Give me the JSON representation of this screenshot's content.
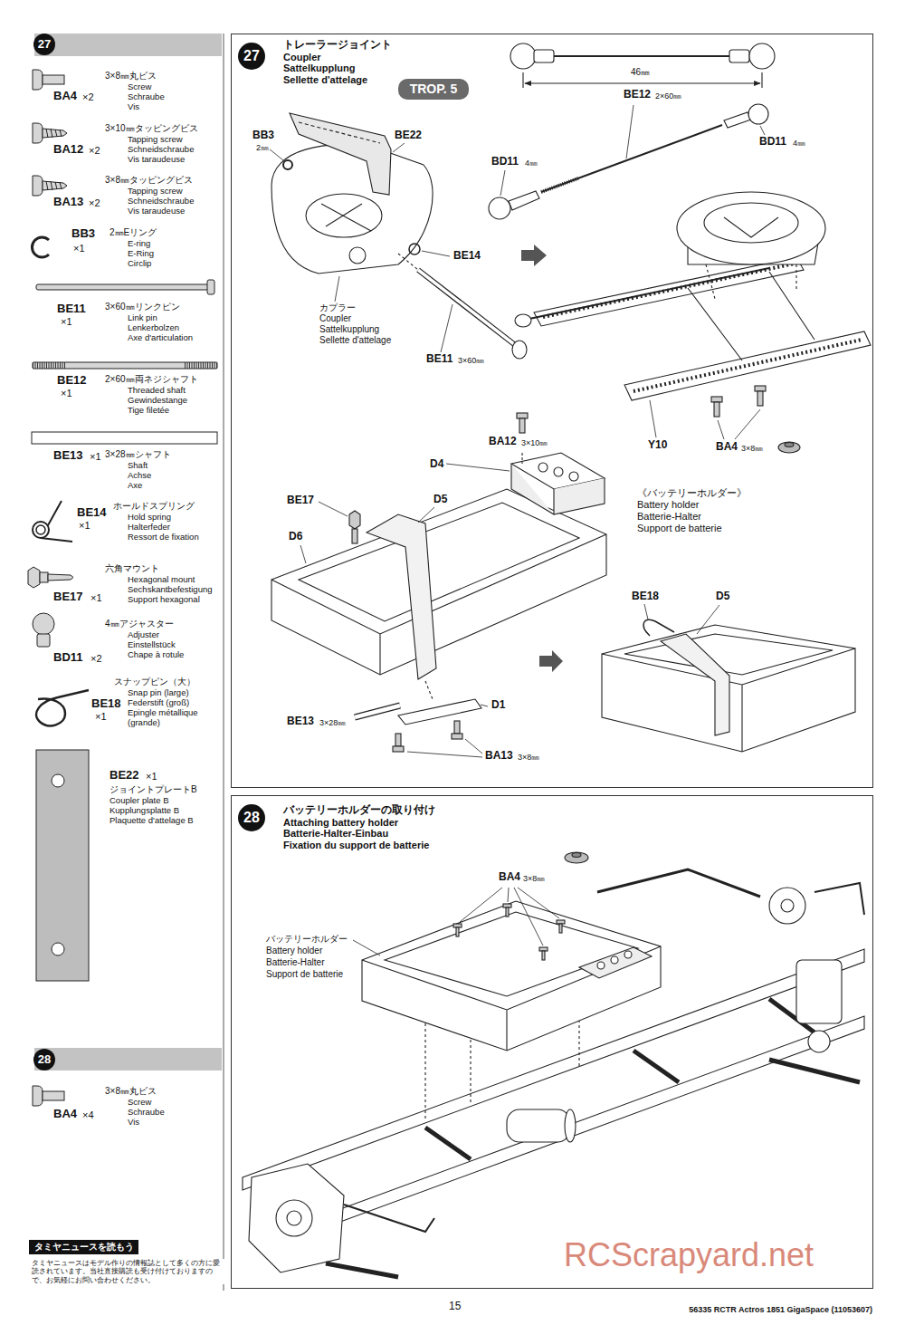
{
  "diagram": {
    "nodes": [
      {
        "text": [
          "27"
        ]
      },
      {
        "text": [
          "28"
        ]
      },
      {
        "text": [
          "タミヤニュースを読もう"
        ]
      },
      {
        "text": [
          "トレーラージョイント",
          "Coupler",
          "Sattelkupplung",
          "Sellette d'attelage"
        ]
      },
      {
        "text": [
          "27"
        ],
        "in": 3
      },
      {
        "text": [
          "TROP. 5"
        ],
        "in": 3
      },
      {
        "text": [
          "バッテリーホルダーの取り付け",
          "Attaching battery holder",
          "Batterie-Halter-Einbau",
          "Fixation du support de batterie"
        ]
      },
      {
        "text": [
          "28"
        ],
        "in": 6
      }
    ],
    "labels": [
      "BA4",
      "×2",
      "3×8㎜丸ビス",
      "Screw",
      "Schraube",
      "Vis",
      "BA12",
      "×2",
      "3×10㎜タッピングビス",
      "Tapping screw",
      "Schneidschraube",
      "Vis taraudeuse",
      "BA13",
      "×2",
      "3×8㎜タッピングビス",
      "Tapping screw",
      "Schneidschraube",
      "Vis taraudeuse",
      "BB3",
      "×1",
      "2㎜Eリング",
      "E-ring",
      "E-Ring",
      "Circlip",
      "BE11",
      "×1",
      "3×60㎜リンクピン",
      "Link pin",
      "Lenkerbolzen",
      "Axe d'articulation",
      "BE12",
      "×1",
      "2×60㎜両ネジシャフト",
      "Threaded shaft",
      "Gewindestange",
      "Tige filetée",
      "BE13",
      "×1",
      "3×28㎜シャフト",
      "Shaft",
      "Achse",
      "Axe",
      "BE14",
      "×1",
      "ホールドスプリング",
      "Hold spring",
      "Halterfeder",
      "Ressort de fixation",
      "BE17",
      "×1",
      "六角マウント",
      "Hexagonal mount",
      "Sechskantbefestigung",
      "Support hexagonal",
      "BD11",
      "×2",
      "4㎜アジャスター",
      "Adjuster",
      "Einstellstück",
      "Chape à rotule",
      "BE18",
      "×1",
      "スナップピン（大）",
      "Snap pin (large)",
      "Federstift (groß)",
      "Epingle métallique (grande)",
      "BE22",
      "×1",
      "ジョイントプレートB",
      "Coupler plate B",
      "Kupplungsplatte B",
      "Plaquette d'attelage B",
      "BA4",
      "×4",
      "3×8㎜丸ビス",
      "Screw",
      "Schraube",
      "Vis",
      "タミヤニュースはモデル作りの情報誌として多くの方に愛読されています。当社直接購読も受け付けておりますので、お気軽にお問い合わせください。",
      "BB3",
      "2㎜",
      "BE22",
      "BE14",
      "カプラー",
      "Coupler",
      "Sattelkupplung",
      "Sellette d'attelage",
      "BE11",
      "3×60㎜",
      "46㎜",
      "BE12",
      "2×60㎜",
      "BD11",
      "4㎜",
      "BD11",
      "4㎜",
      "BA12",
      "3×10㎜",
      "Y10",
      "BA4",
      "3×8㎜",
      "D4",
      "BE17",
      "D5",
      "《バッテリーホルダー》",
      "Battery holder",
      "Batterie-Halter",
      "Support de batterie",
      "D6",
      "BE18",
      "D5",
      "D1",
      "BE13",
      "3×28㎜",
      "BA13",
      "3×8㎜",
      "BA4",
      "3×8㎜",
      "バッテリーホルダー",
      "Battery holder",
      "Batterie-Halter",
      "Support de batterie",
      "15",
      "56335 RCTR Actros 1851 GigaSpace (11053607)",
      "RCScrapyard.net"
    ]
  }
}
